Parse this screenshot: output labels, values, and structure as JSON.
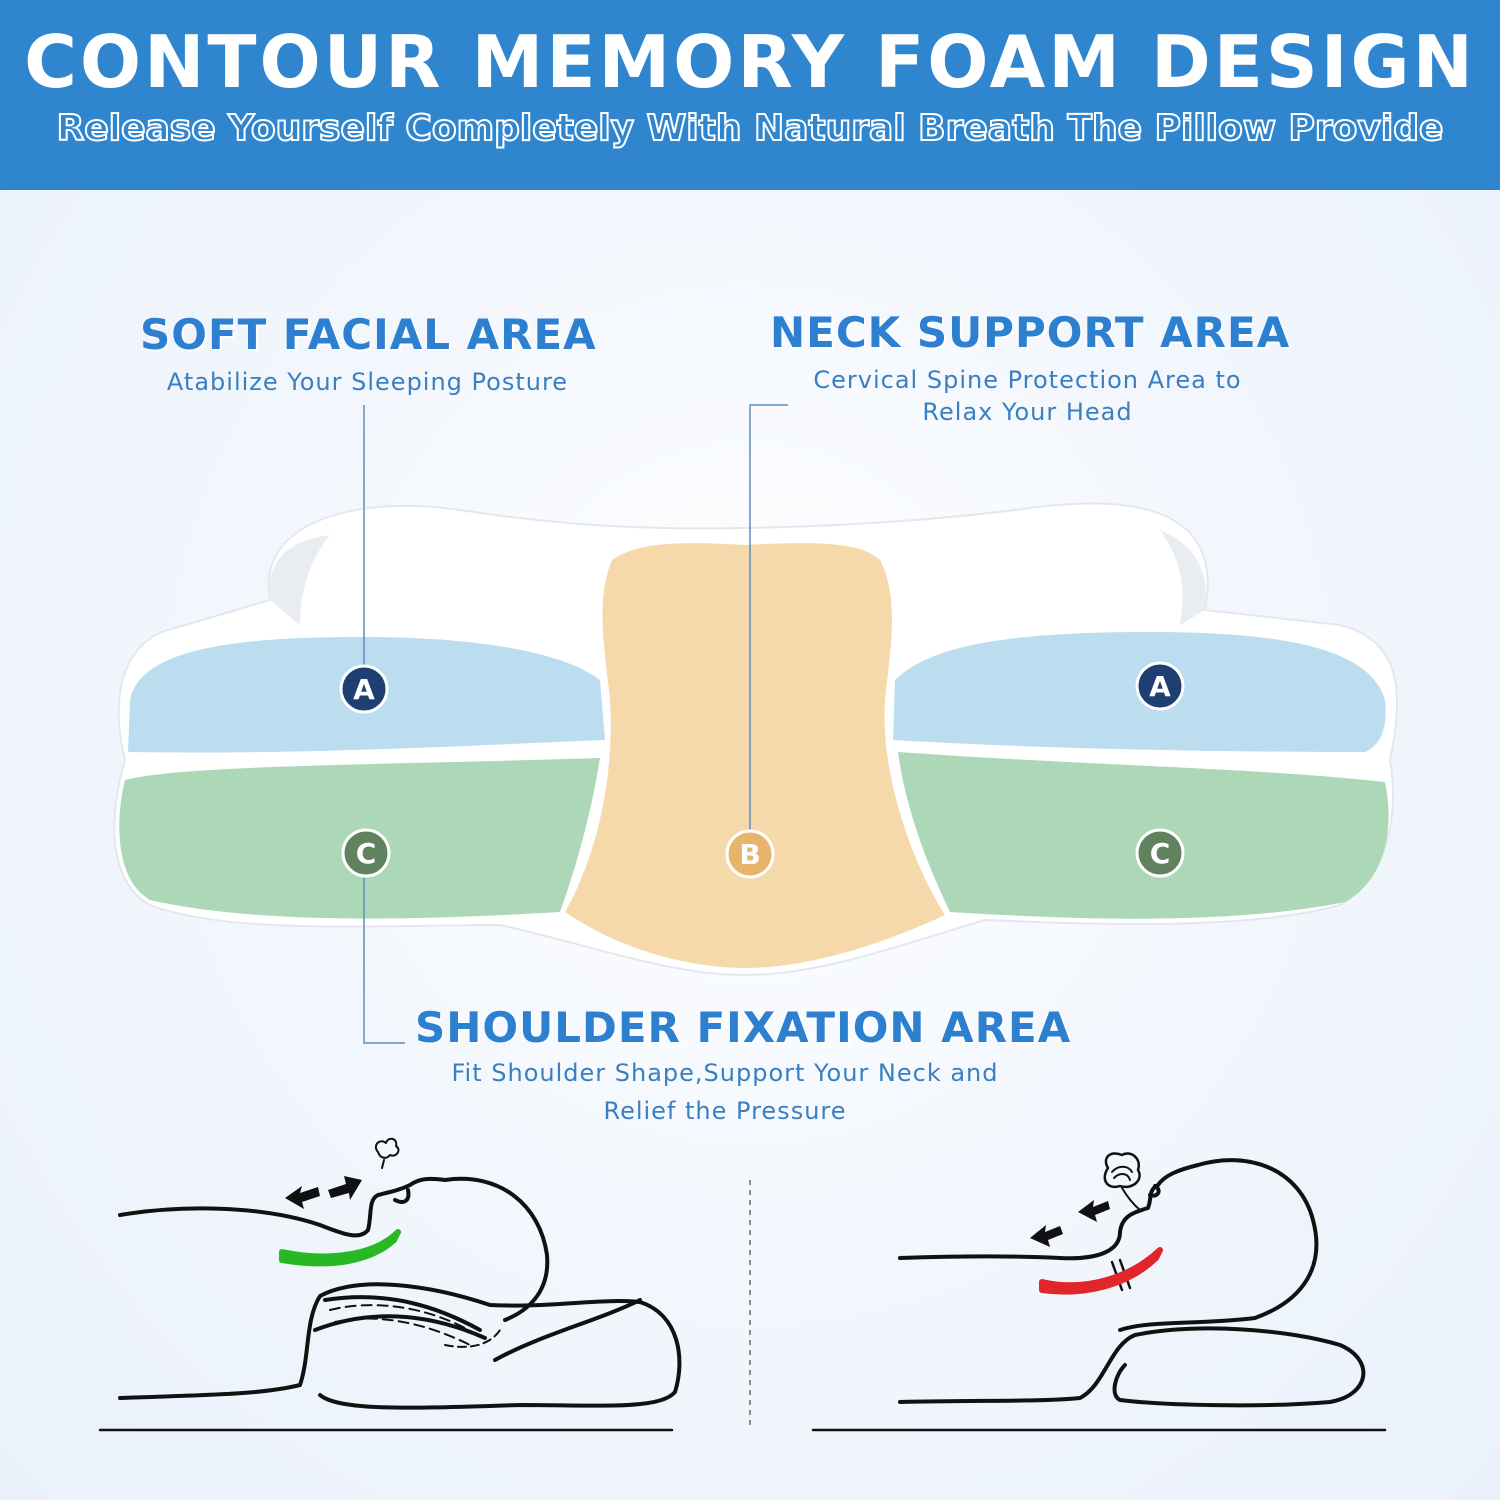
{
  "banner": {
    "title": "CONTOUR MEMORY FOAM DESIGN",
    "subtitle": "Release Yourself Completely With Natural Breath The Pillow Provide",
    "color": "#2f86cf"
  },
  "areas": {
    "soft_facial": {
      "title": "SOFT FACIAL AREA",
      "description": "Atabilize Your Sleeping Posture",
      "marker": "A",
      "color": "#bcdcf0"
    },
    "neck_support": {
      "title": "NECK SUPPORT AREA",
      "description_line1": "Cervical Spine Protection Area to",
      "description_line2": "Relax Your Head",
      "marker": "B",
      "color": "#f5d9ab"
    },
    "shoulder_fixation": {
      "title": "SHOULDER FIXATION AREA",
      "description_line1": "Fit Shoulder Shape,Support Your Neck and",
      "description_line2": "Relief the Pressure",
      "marker": "C",
      "color": "#acd8b8"
    }
  },
  "illustrations": {
    "correct_posture": {
      "icon": "sleeper-on-contour-pillow-icon",
      "neck_curve_color": "#27b824"
    },
    "wrong_posture": {
      "icon": "sleeper-on-flat-pillow-icon",
      "neck_curve_color": "#e0262a"
    }
  }
}
